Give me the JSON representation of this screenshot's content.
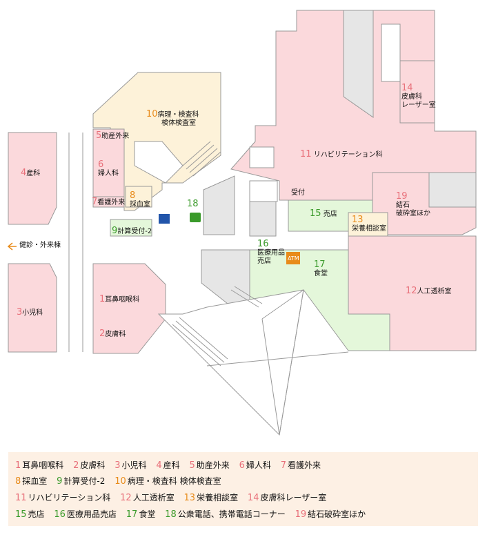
{
  "map": {
    "rooms": {
      "r1": {
        "num": "1",
        "name": "耳鼻咽喉科"
      },
      "r2": {
        "num": "2",
        "name": "皮膚科"
      },
      "r3": {
        "num": "3",
        "name": "小児科"
      },
      "r4": {
        "num": "4",
        "name": "産科"
      },
      "r5": {
        "num": "5",
        "name": "助産外来"
      },
      "r6": {
        "num": "6",
        "name": "婦人科"
      },
      "r7": {
        "num": "7",
        "name": "看護外来"
      },
      "r8": {
        "num": "8",
        "name": "採血室"
      },
      "r9": {
        "num": "9",
        "name": "計算受付-2"
      },
      "r10": {
        "num": "10",
        "name1": "病理・検査科",
        "name2": "検体検査室"
      },
      "r11": {
        "num": "11",
        "name": "リハビリテーション科"
      },
      "r12": {
        "num": "12",
        "name": "人工透析室"
      },
      "r13": {
        "num": "13",
        "name": "栄養相談室"
      },
      "r14": {
        "num": "14",
        "name1": "皮膚科",
        "name2": "レーザー室"
      },
      "r15": {
        "num": "15",
        "name": "売店"
      },
      "r16": {
        "num": "16",
        "name1": "医療用品",
        "name2": "売店"
      },
      "r17": {
        "num": "17",
        "name": "食堂"
      },
      "r18": {
        "num": "18"
      },
      "r19": {
        "num": "19",
        "name1": "結石",
        "name2": "破砕室ほか"
      }
    },
    "reception": "受付",
    "direction": "健診・外来棟",
    "atm": "ATM",
    "colors": {
      "pink": "#fbd9dc",
      "cream": "#fdf2d9",
      "green": "#e4f7da",
      "gray": "#e6e6e6",
      "orange": "#e88b1a",
      "greenText": "#3a9a2a",
      "pinkText": "#e8707a"
    }
  },
  "legend": {
    "row1": [
      {
        "n": "1",
        "t": "耳鼻咽喉科"
      },
      {
        "n": "2",
        "t": "皮膚科"
      },
      {
        "n": "3",
        "t": "小児科"
      },
      {
        "n": "4",
        "t": "産科"
      },
      {
        "n": "5",
        "t": "助産外来"
      },
      {
        "n": "6",
        "t": "婦人科"
      },
      {
        "n": "7",
        "t": "看護外来"
      }
    ],
    "row2": [
      {
        "n": "8",
        "t": "採血室"
      },
      {
        "n": "9",
        "t": "計算受付-2"
      },
      {
        "n": "10",
        "t": "病理・検査科 検体検査室"
      }
    ],
    "row3": [
      {
        "n": "11",
        "t": "リハビリテーション科"
      },
      {
        "n": "12",
        "t": "人工透析室"
      },
      {
        "n": "13",
        "t": "栄養相談室"
      },
      {
        "n": "14",
        "t": "皮膚科レーザー室"
      }
    ],
    "row4": [
      {
        "n": "15",
        "t": "売店"
      },
      {
        "n": "16",
        "t": "医療用品売店"
      },
      {
        "n": "17",
        "t": "食堂"
      },
      {
        "n": "18",
        "t": "公衆電話、携帯電話コーナー"
      },
      {
        "n": "19",
        "t": "結石破砕室ほか"
      }
    ]
  }
}
